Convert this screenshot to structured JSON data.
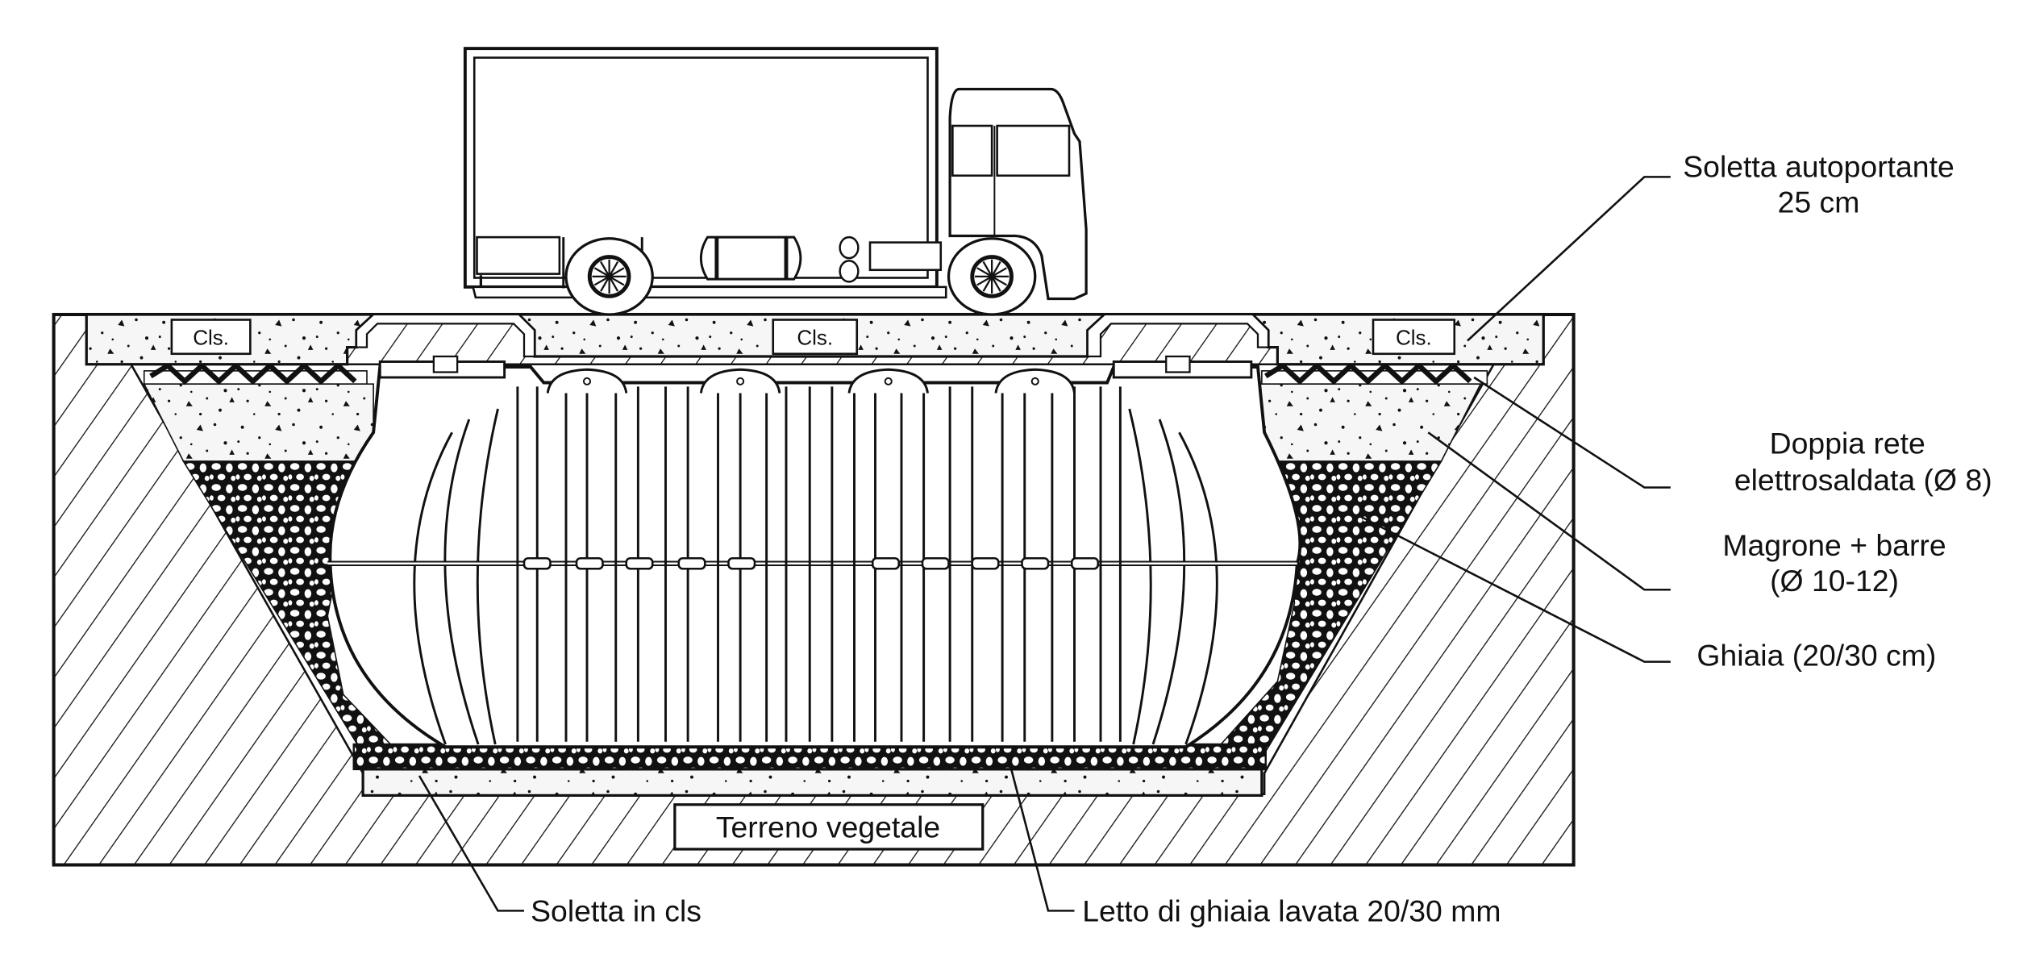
{
  "diagram": {
    "title": "Underground tank installation cross-section under traffic load",
    "colors": {
      "ink": "#111111",
      "background": "#ffffff",
      "concrete_fill": "#f4f4f4"
    },
    "slab_tags": [
      "Cls.",
      "Cls.",
      "Cls."
    ],
    "ground_label": "Terreno vegetale",
    "callouts": {
      "soletta_autoportante": {
        "line1": "Soletta autoportante",
        "line2": "25 cm"
      },
      "doppia_rete": {
        "line1": "Doppia rete",
        "line2": "elettrosaldata (Ø 8)"
      },
      "magrone": {
        "line1": "Magrone + barre",
        "line2": "(Ø 10-12)"
      },
      "ghiaia": {
        "line1": "Ghiaia (20/30 cm)"
      },
      "soletta_cls": {
        "line1": "Soletta in cls"
      },
      "letto_ghiaia": {
        "line1": "Letto di ghiaia lavata 20/30 mm"
      }
    },
    "components": [
      {
        "name": "truck",
        "icon": "truck-icon"
      },
      {
        "name": "self-supporting slab"
      },
      {
        "name": "double welded mesh"
      },
      {
        "name": "lean concrete with bars"
      },
      {
        "name": "gravel backfill"
      },
      {
        "name": "ribbed underground tank",
        "icon": "tank-icon"
      },
      {
        "name": "washed gravel bed"
      },
      {
        "name": "concrete base slab"
      },
      {
        "name": "topsoil"
      }
    ]
  }
}
